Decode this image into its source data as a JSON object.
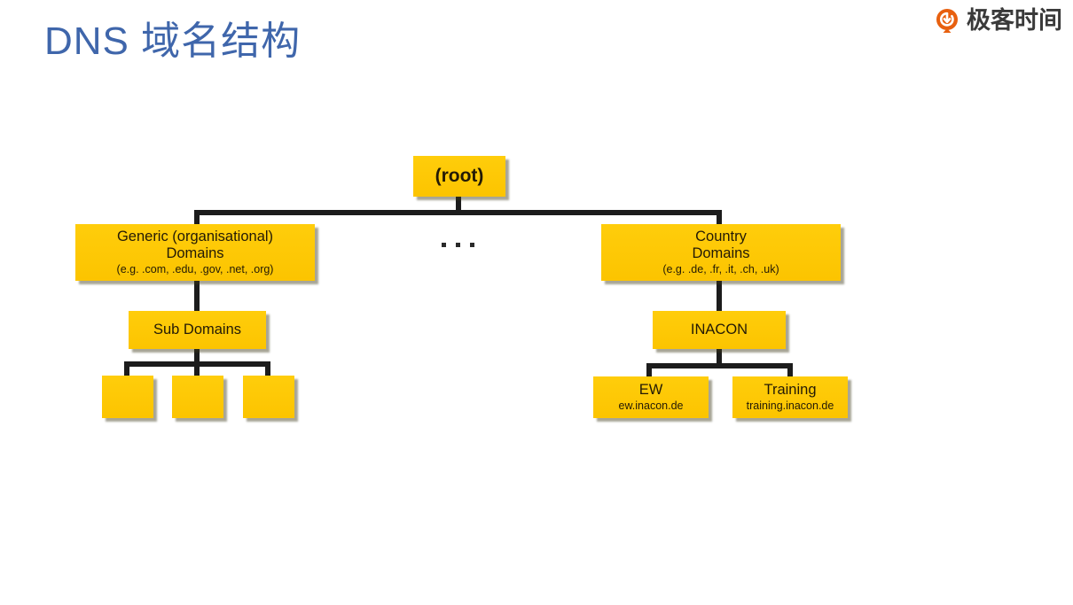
{
  "slide": {
    "title": "DNS 域名结构",
    "title_color": "#3f66ab",
    "background": "#ffffff"
  },
  "brand": {
    "name": "极客时间",
    "logo_icon": "geektime-circle-logo",
    "logo_color": "#E8600F",
    "text_color": "#3a3a3a"
  },
  "diagram": {
    "type": "tree",
    "node_fill": "#FFC907",
    "node_text_color": "#231a06",
    "connector_color": "#1c1c1c",
    "ellipsis": "• • •",
    "nodes": [
      {
        "id": "root",
        "line1": "(root)",
        "line2": "",
        "sub": ""
      },
      {
        "id": "generic-domains",
        "line1": "Generic (organisational)",
        "line2": "Domains",
        "sub": "(e.g. .com, .edu, .gov, .net, .org)"
      },
      {
        "id": "country-domains",
        "line1": "Country",
        "line2": "Domains",
        "sub": "(e.g. .de, .fr, .it, .ch, .uk)"
      },
      {
        "id": "sub-domains",
        "line1": "Sub Domains",
        "line2": "",
        "sub": ""
      },
      {
        "id": "inacon",
        "line1": "INACON",
        "line2": "",
        "sub": ""
      },
      {
        "id": "generic-leaf-1",
        "line1": "",
        "line2": "",
        "sub": ""
      },
      {
        "id": "generic-leaf-2",
        "line1": "",
        "line2": "",
        "sub": ""
      },
      {
        "id": "generic-leaf-3",
        "line1": "",
        "line2": "",
        "sub": ""
      },
      {
        "id": "ew",
        "line1": "EW",
        "line2": "",
        "sub": "ew.inacon.de"
      },
      {
        "id": "training",
        "line1": "Training",
        "line2": "",
        "sub": "training.inacon.de"
      }
    ]
  }
}
